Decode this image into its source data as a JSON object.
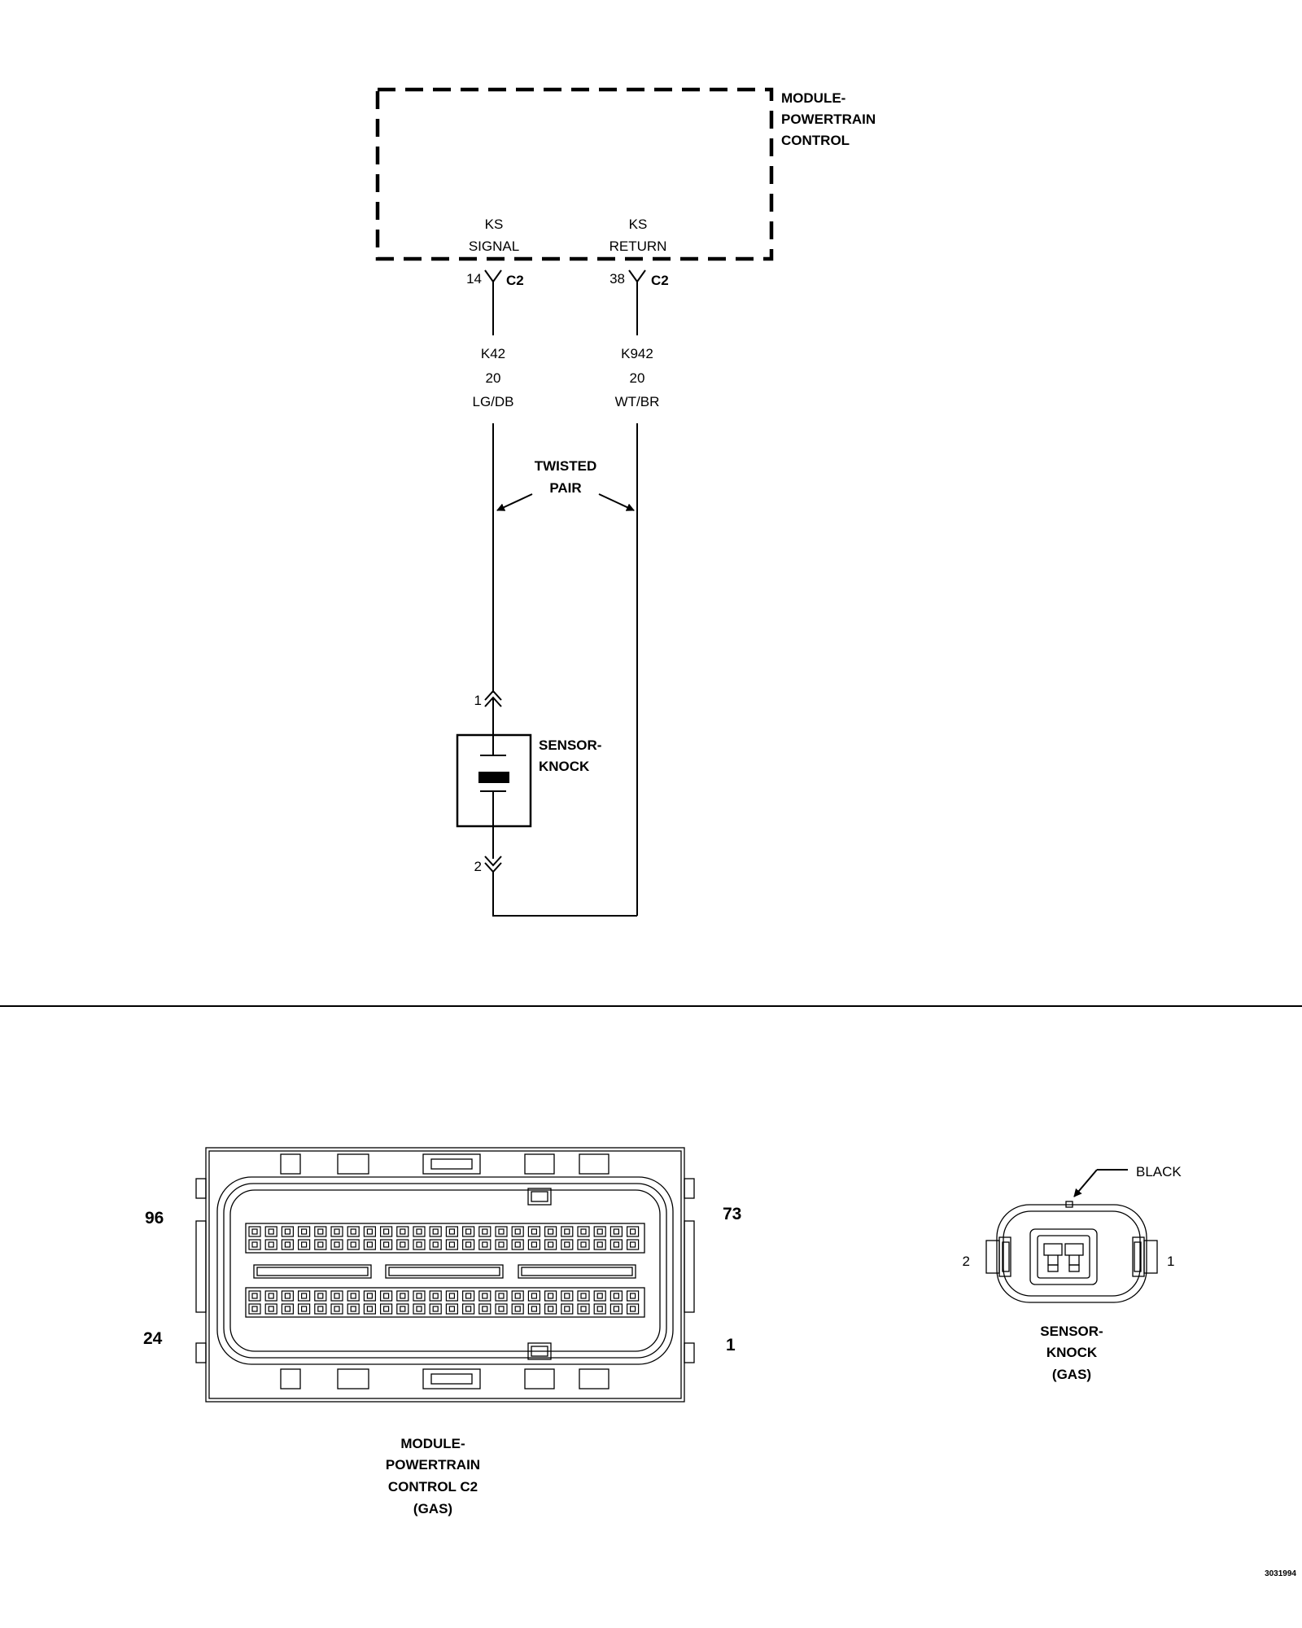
{
  "module": {
    "title_lines": [
      "MODULE-",
      "POWERTRAIN",
      "CONTROL"
    ],
    "pins": [
      {
        "func_top": "KS",
        "func_bottom": "SIGNAL",
        "cavity": "14",
        "connector": "C2",
        "circuit": "K42",
        "gauge": "20",
        "color": "LG/DB"
      },
      {
        "func_top": "KS",
        "func_bottom": "RETURN",
        "cavity": "38",
        "connector": "C2",
        "circuit": "K942",
        "gauge": "20",
        "color": "WT/BR"
      }
    ]
  },
  "twisted_pair": {
    "line1": "TWISTED",
    "line2": "PAIR"
  },
  "sensor": {
    "title_lines": [
      "SENSOR-",
      "KNOCK"
    ],
    "pin_top": "1",
    "pin_bottom": "2"
  },
  "pcm_connector_view": {
    "label_lines": [
      "MODULE-",
      "POWERTRAIN",
      "CONTROL C2",
      "(GAS)"
    ],
    "corner_top_left": "96",
    "corner_top_right": "73",
    "corner_bottom_left": "24",
    "corner_bottom_right": "1"
  },
  "sensor_connector_view": {
    "label_lines": [
      "SENSOR-",
      "KNOCK",
      "(GAS)"
    ],
    "color_callout": "BLACK",
    "pin_left": "2",
    "pin_right": "1"
  },
  "figure_id": "3031994"
}
